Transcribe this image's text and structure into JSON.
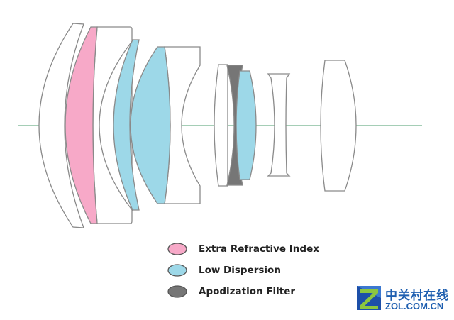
{
  "colors": {
    "extra_refractive_index": "#f7a9c8",
    "low_dispersion": "#9dd8e8",
    "apodization_filter": "#767676",
    "optical_axis": "#6fb08a",
    "lens_outline": "#8a8a8a"
  },
  "legend": [
    {
      "label": "Extra Refractive Index",
      "color": "#f7a9c8"
    },
    {
      "label": "Low Dispersion",
      "color": "#9dd8e8"
    },
    {
      "label": "Apodization Filter",
      "color": "#767676"
    }
  ],
  "watermark": {
    "name_cn": "中关村在线",
    "name_en": "ZOL.COM.CN",
    "icon": "zol-z-logo-icon"
  }
}
